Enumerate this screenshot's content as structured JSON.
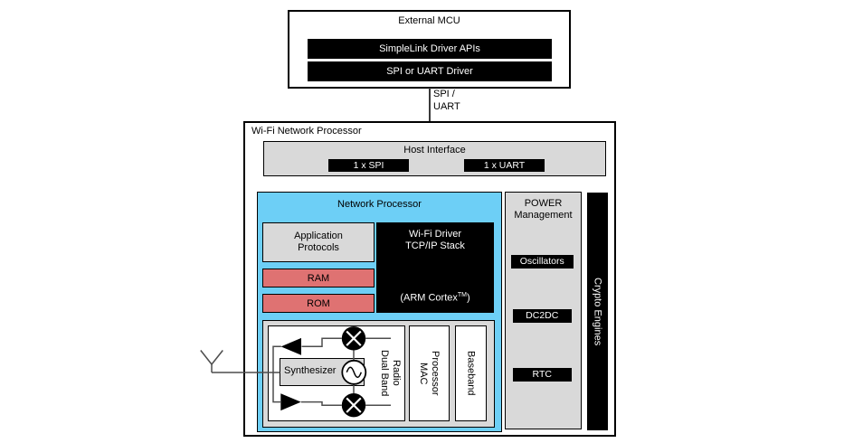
{
  "colors": {
    "cyan": "#6DCFF6",
    "red": "#DF7272",
    "gray": "#D9D9D9",
    "wire": "#4D4D4D"
  },
  "external_mcu": {
    "title": "External MCU",
    "bars": [
      "SimpleLink Driver APIs",
      "SPI or UART Driver"
    ]
  },
  "connector": {
    "line1": "SPI /",
    "line2": "UART"
  },
  "wnp": {
    "title": "Wi-Fi Network Processor",
    "host_interface": {
      "title": "Host Interface",
      "spi": "1 x SPI",
      "uart": "1 x UART"
    },
    "network_processor": {
      "title": "Network Processor",
      "application_protocols": {
        "line1": "Application",
        "line2": "Protocols"
      },
      "wifi_driver": {
        "line1": "Wi-Fi Driver",
        "line2": "TCP/IP Stack",
        "cpu_prefix": "(ARM Cortex",
        "cpu_sup": "TM",
        "cpu_suffix": ")"
      },
      "ram": "RAM",
      "rom": "ROM",
      "radio": {
        "synthesizer": "Synthesizer",
        "dual_band_line1": "Dual Band",
        "dual_band_line2": "Radio",
        "mac_line1": "MAC",
        "mac_line2": "Processor",
        "baseband": "Baseband"
      }
    },
    "power": {
      "line1": "POWER",
      "line2": "Management",
      "items": [
        "Oscillators",
        "DC2DC",
        "RTC"
      ]
    },
    "crypto": "Crypto Engines"
  }
}
